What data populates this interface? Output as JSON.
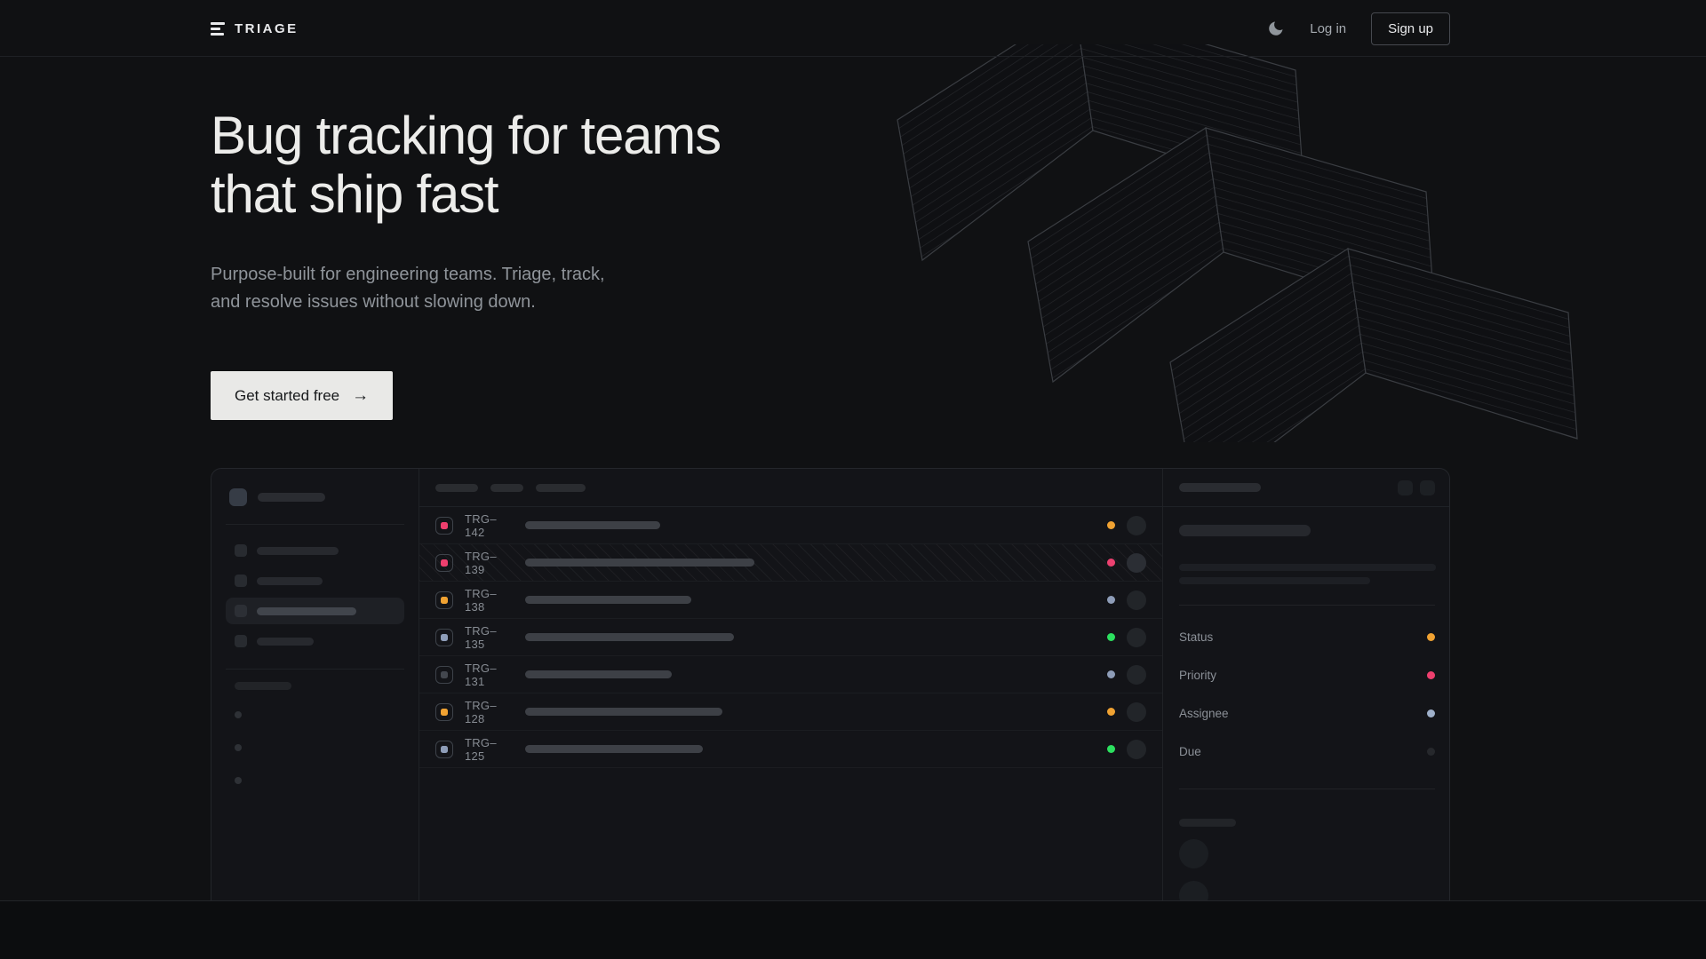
{
  "brand": {
    "name": "TRIAGE"
  },
  "nav": {
    "login_label": "Log in",
    "signup_label": "Sign up"
  },
  "hero": {
    "heading": "Bug tracking for teams that ship fast",
    "subtitle": "Purpose-built for engineering teams. Triage, track, and resolve issues without slowing down.",
    "cta_label": "Get started free",
    "cta_arrow": "→"
  },
  "issues": [
    {
      "id": "TRG–142",
      "chip_color": "#ee3f6e",
      "status_color": "#f0a232",
      "selected": false
    },
    {
      "id": "TRG–139",
      "chip_color": "#ee3f6e",
      "status_color": "#ec4170",
      "selected": true
    },
    {
      "id": "TRG–138",
      "chip_color": "#f0a232",
      "status_color": "#8e9db8",
      "selected": false
    },
    {
      "id": "TRG–135",
      "chip_color": "#8e9db8",
      "status_color": "#2ce05f",
      "selected": false
    },
    {
      "id": "TRG–131",
      "chip_color": "#43474e",
      "status_color": "#8e9db8",
      "selected": false
    },
    {
      "id": "TRG–128",
      "chip_color": "#f0a232",
      "status_color": "#f0a232",
      "selected": false
    },
    {
      "id": "TRG–125",
      "chip_color": "#8e9db8",
      "status_color": "#2ce05f",
      "selected": false
    }
  ],
  "detail": {
    "properties": [
      {
        "label": "Status",
        "color": "#f0a232"
      },
      {
        "label": "Priority",
        "color": "#ee3f6e"
      },
      {
        "label": "Assignee",
        "color": "#9fb0ca"
      },
      {
        "label": "Due",
        "color": "#26282c"
      }
    ]
  },
  "colors": {
    "page_bg": "#101113",
    "card_bg": "#131418",
    "accent_amber": "#f0a232",
    "accent_pink": "#ee3f6e",
    "accent_green": "#2ce05f",
    "accent_blue": "#8e9db8",
    "cta_bg": "#e9e9e7"
  }
}
